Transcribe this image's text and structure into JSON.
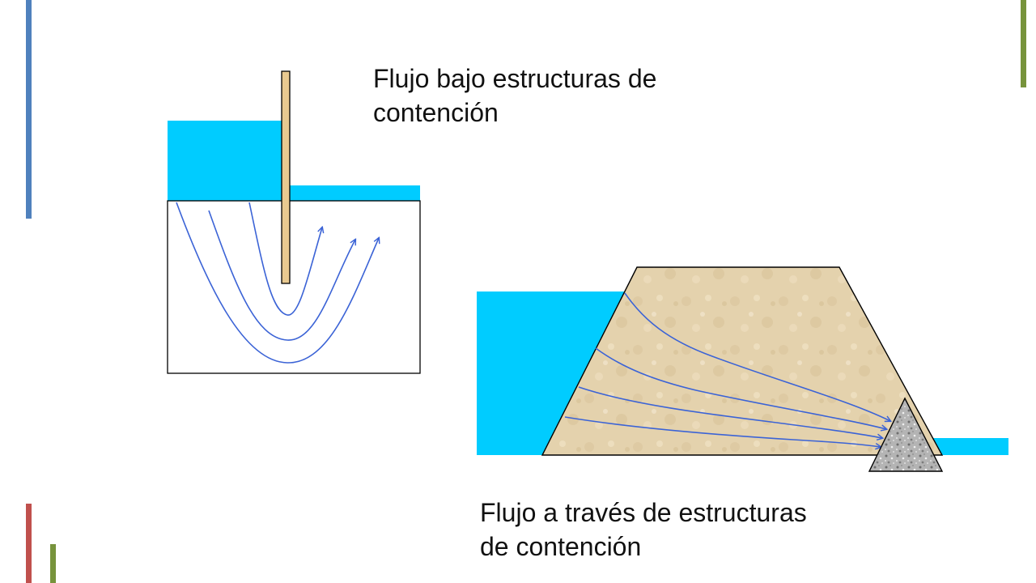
{
  "captions": {
    "top_line1": "Flujo bajo estructuras de",
    "top_line2": "contención",
    "bottom_line1": "Flujo a través de estructuras",
    "bottom_line2": "de contención"
  },
  "colors": {
    "water": "#00ccff",
    "flow_line": "#3b63d6",
    "sheet_pile": "#e8c990",
    "dam_fill": "#e4d2ad",
    "filter_fill": "#a9a9a9",
    "accent_blue": "#4f81bd",
    "accent_green": "#77933c",
    "accent_red": "#c0504d"
  }
}
